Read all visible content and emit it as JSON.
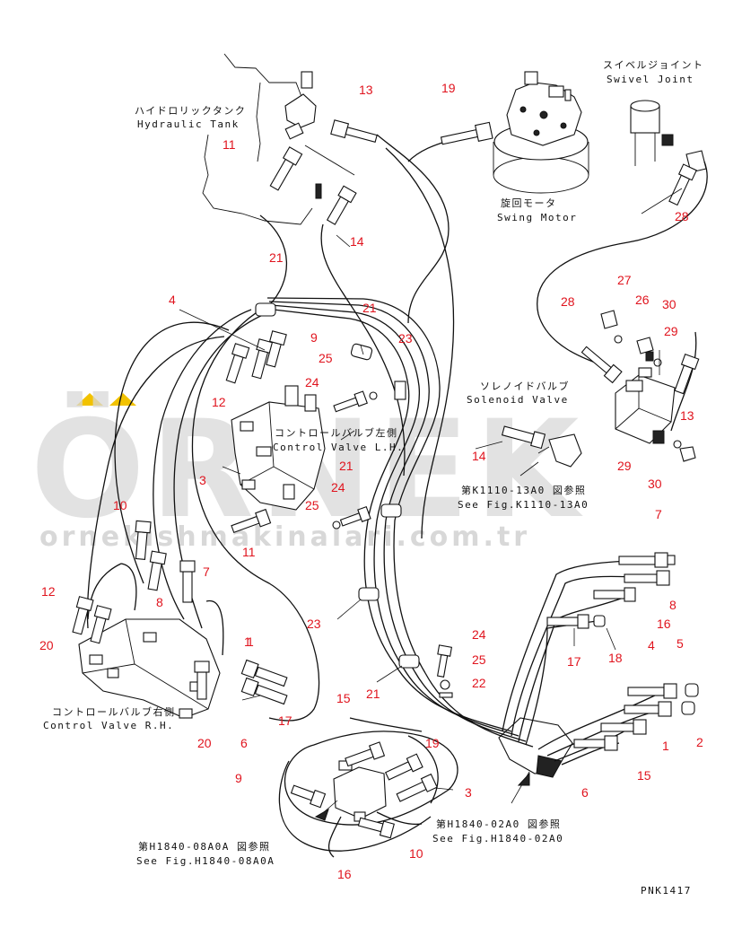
{
  "watermark": {
    "brand": "ÖRNEK",
    "url": "ornekishmakinalari.com.tr",
    "accent_color": "#f2c200"
  },
  "labels": {
    "hydraulic_tank_jp": "ハイドロリックタンク",
    "hydraulic_tank_en": "Hydraulic Tank",
    "swivel_joint_jp": "スイベルジョイント",
    "swivel_joint_en": "Swivel Joint",
    "swing_motor_jp": "旋回モータ",
    "swing_motor_en": "Swing Motor",
    "solenoid_valve_jp": "ソレノイドバルブ",
    "solenoid_valve_en": "Solenoid Valve",
    "control_valve_lh_jp": "コントロールバルブ左側",
    "control_valve_lh_en": "Control Valve L.H.",
    "control_valve_rh_jp": "コントロールバルブ右側",
    "control_valve_rh_en": "Control Valve R.H.",
    "ref_k1110_jp": "第K1110-13A0 図参照",
    "ref_k1110_en": "See Fig.K1110-13A0",
    "ref_h1840_08_jp": "第H1840-08A0A 図参照",
    "ref_h1840_08_en": "See Fig.H1840-08A0A",
    "ref_h1840_02_jp": "第H1840-02A0 図参照",
    "ref_h1840_02_en": "See Fig.H1840-02A0",
    "drawing_code": "PNK1417"
  },
  "callouts": [
    "13",
    "19",
    "11",
    "14",
    "28",
    "21",
    "4",
    "9",
    "27",
    "26",
    "30",
    "29",
    "28",
    "21",
    "23",
    "25",
    "24",
    "12",
    "13",
    "14",
    "29",
    "30",
    "3",
    "21",
    "24",
    "25",
    "11",
    "7",
    "10",
    "7",
    "8",
    "16",
    "12",
    "8",
    "20",
    "17",
    "18",
    "4",
    "5",
    "1",
    "24",
    "25",
    "22",
    "21",
    "23",
    "1",
    "17",
    "6",
    "20",
    "15",
    "19",
    "1",
    "2",
    "15",
    "6",
    "9",
    "3",
    "10",
    "16"
  ]
}
